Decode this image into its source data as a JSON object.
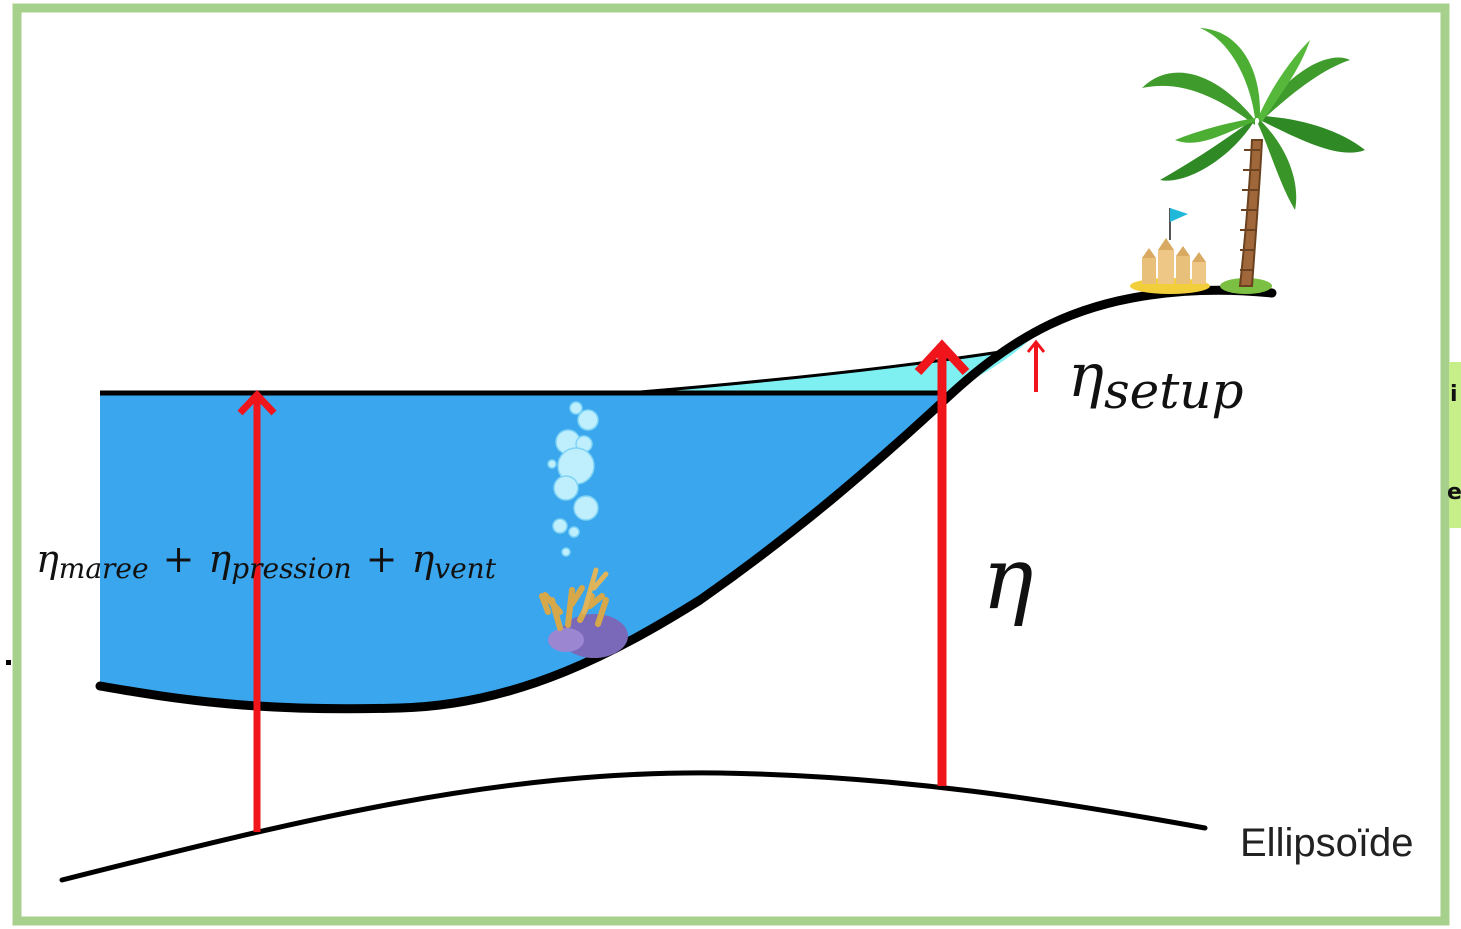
{
  "diagram": {
    "labels": {
      "combined": {
        "base": "η",
        "sub_maree": "maree",
        "plus": "+",
        "sub_pression": "pression",
        "sub_vent": "vent"
      },
      "eta": "η",
      "eta_setup_base": "η",
      "eta_setup_sub": "setup",
      "ellipsoid": "Ellipsoïde"
    },
    "colors": {
      "frame": "#a8d08d",
      "water": "#39a6ee",
      "setup_water": "#7ff0f2",
      "arrow": "#f0141b",
      "ground": "#000000"
    },
    "icons": [
      "palm-tree-icon",
      "sand-castle-icon",
      "bubbles-icon",
      "coral-icon"
    ]
  },
  "side_strip": {
    "glyph_top": "i",
    "glyph_bottom": "e"
  }
}
